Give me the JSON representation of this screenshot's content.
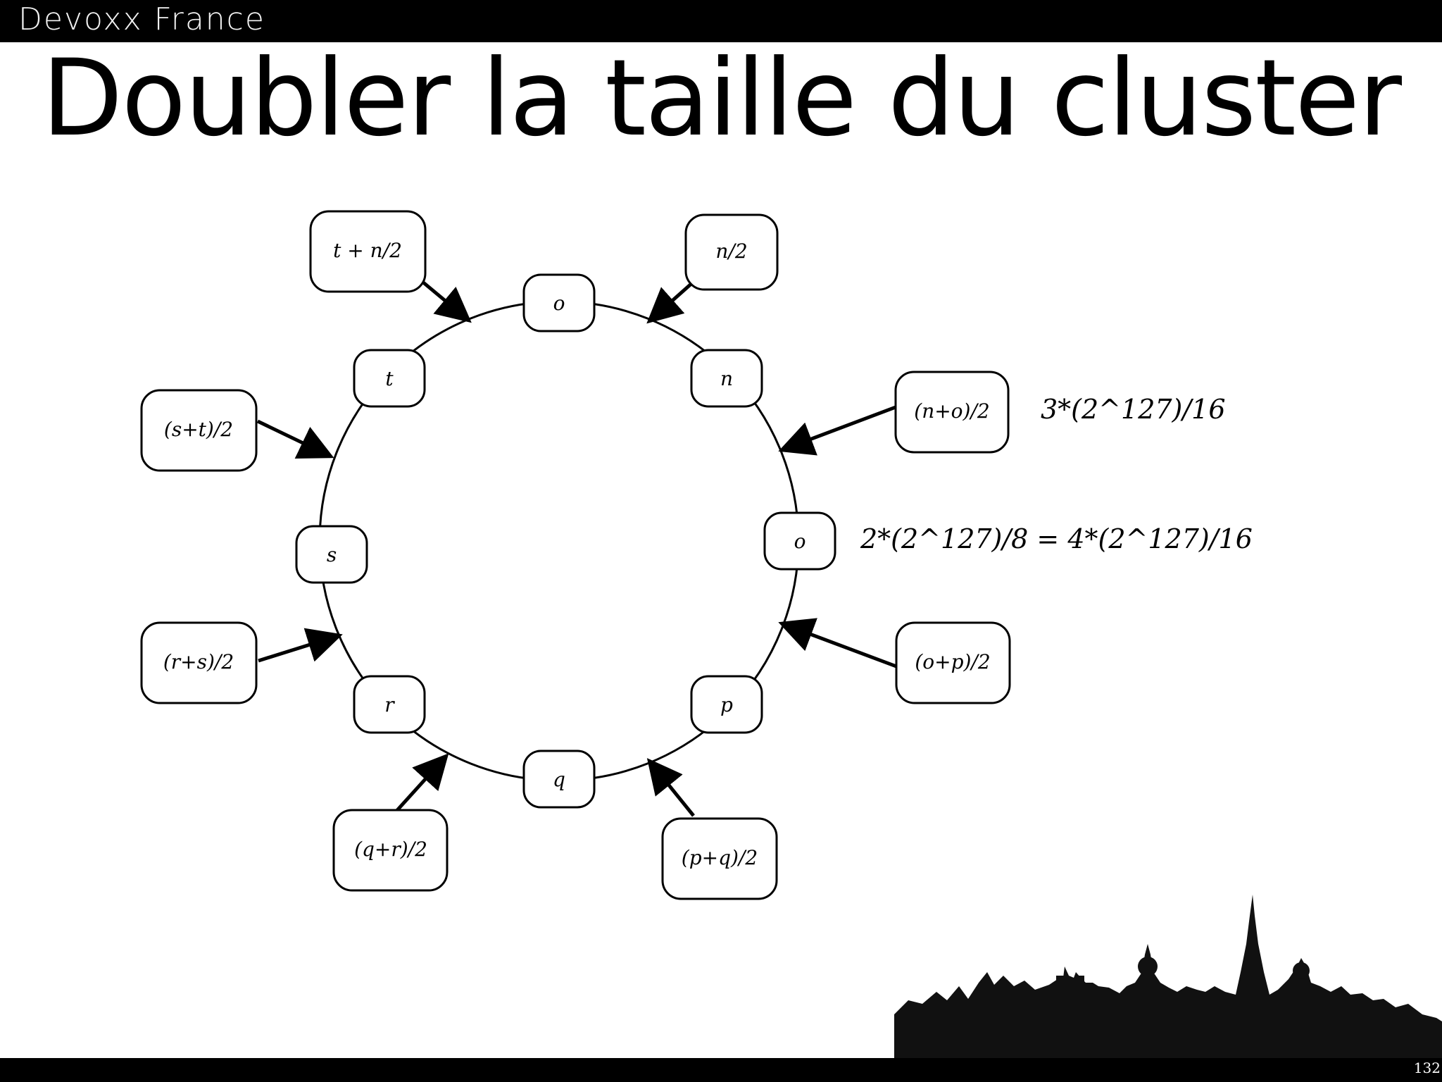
{
  "header": {
    "brand": "Devoxx France"
  },
  "slide": {
    "title": "Doubler la taille du cluster",
    "page_number": "132"
  },
  "diagram": {
    "ring_nodes": [
      "o",
      "n",
      "o",
      "p",
      "q",
      "r",
      "s",
      "t"
    ],
    "new_nodes": [
      "n/2",
      "(n+o)/2",
      "(o+p)/2",
      "(p+q)/2",
      "(q+r)/2",
      "(r+s)/2",
      "(s+t)/2",
      "t + n/2"
    ],
    "annotations": [
      "3*(2^127)/16",
      "2*(2^127)/8 = 4*(2^127)/16"
    ]
  },
  "colors": {
    "ink": "#000000",
    "background": "#ffffff",
    "skyline": "#111111"
  },
  "icons": {
    "skyline": "paris-skyline-icon"
  }
}
